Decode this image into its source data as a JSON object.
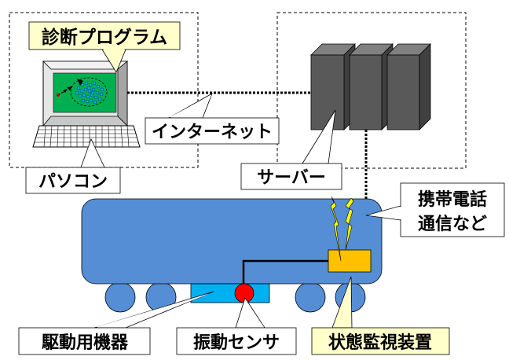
{
  "labels": {
    "diagnosis_program": "診断プログラム",
    "internet": "インターネット",
    "pc": "パソコン",
    "server": "サーバー",
    "mobile_comm_line1": "携帯電話",
    "mobile_comm_line2": "通信など",
    "drive_equipment": "駆動用機器",
    "vibration_sensor": "振動センサ",
    "condition_monitor": "状態監視装置"
  },
  "colors": {
    "vehicle_body": "#558ed5",
    "drive_equipment": "#00b0f0",
    "sensor": "#ff0000",
    "monitor_device": "#ffc000",
    "screen": "#00b050",
    "server": "#595959",
    "callout_yellow": "#ffffcc",
    "lightning": "#ffff00"
  }
}
